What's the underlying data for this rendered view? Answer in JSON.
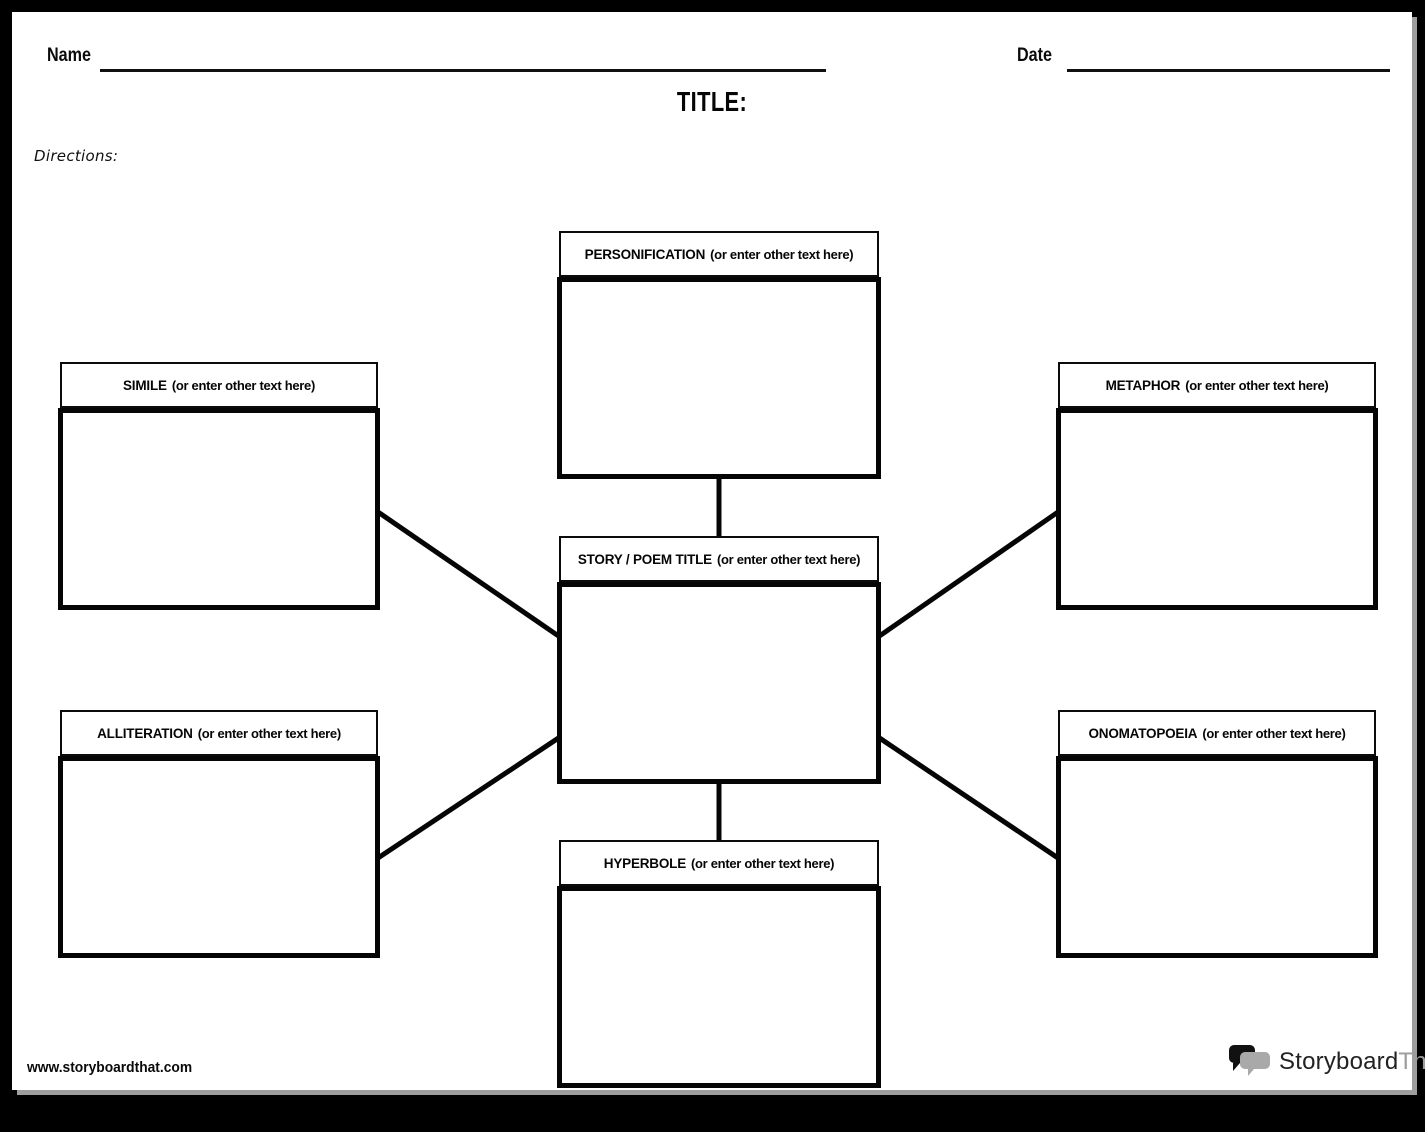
{
  "header": {
    "name_label": "Name",
    "date_label": "Date",
    "title_label": "TITLE:",
    "directions_label": "Directions:"
  },
  "nodes": {
    "personification": {
      "title": "PERSONIFICATION",
      "subtitle": "(or enter other text here)"
    },
    "simile": {
      "title": "SIMILE",
      "subtitle": "(or enter other text here)"
    },
    "metaphor": {
      "title": "METAPHOR",
      "subtitle": "(or enter other text here)"
    },
    "story_poem_title": {
      "title": "STORY / POEM TITLE",
      "subtitle": "(or enter other text here)"
    },
    "alliteration": {
      "title": "ALLITERATION",
      "subtitle": "(or enter other text here)"
    },
    "onomatopoeia": {
      "title": "ONOMATOPOEIA",
      "subtitle": "(or enter other text here)"
    },
    "hyperbole": {
      "title": "HYPERBOLE",
      "subtitle": "(or enter other text here)"
    }
  },
  "footer": {
    "website": "www.storyboardthat.com",
    "logo_primary": "Storyboard",
    "logo_secondary": "That"
  },
  "colors": {
    "line": "#000000",
    "page_background": "#ffffff",
    "canvas_background": "#000000",
    "page_shadow": "#9e9e9e",
    "logo_primary_text": "#222222",
    "logo_secondary_text": "#9d9d9d",
    "logo_bubble_black": "#111111",
    "logo_bubble_gray": "#a9a9a9"
  }
}
